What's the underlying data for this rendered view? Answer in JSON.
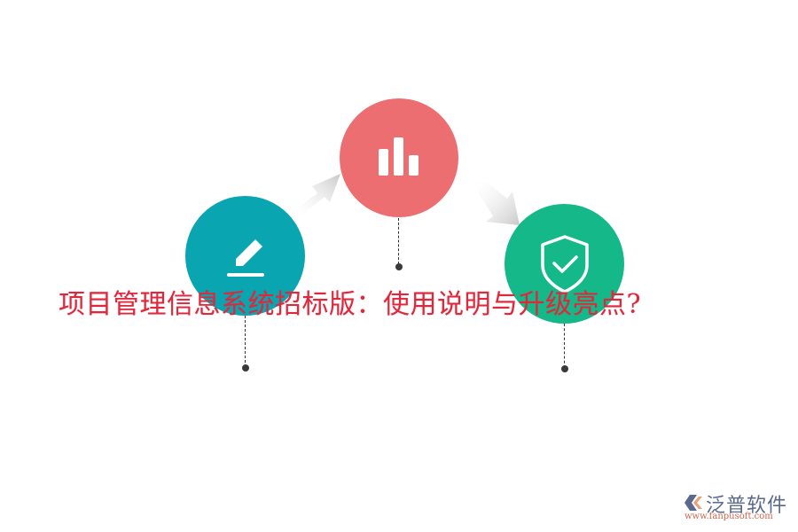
{
  "title": "项目管理信息系统招标版：使用说明与升级亮点?",
  "steps": [
    {
      "icon": "pencil-edit-icon",
      "color": "#09a5b1"
    },
    {
      "icon": "bar-chart-icon",
      "color": "#ec6e70"
    },
    {
      "icon": "shield-check-icon",
      "color": "#15b888"
    }
  ],
  "logo": {
    "name": "泛普软件",
    "url": "www.fanpusoft.com"
  },
  "colors": {
    "title": "#e0283c",
    "teal": "#09a5b1",
    "coral": "#ec6e70",
    "green": "#15b888"
  }
}
